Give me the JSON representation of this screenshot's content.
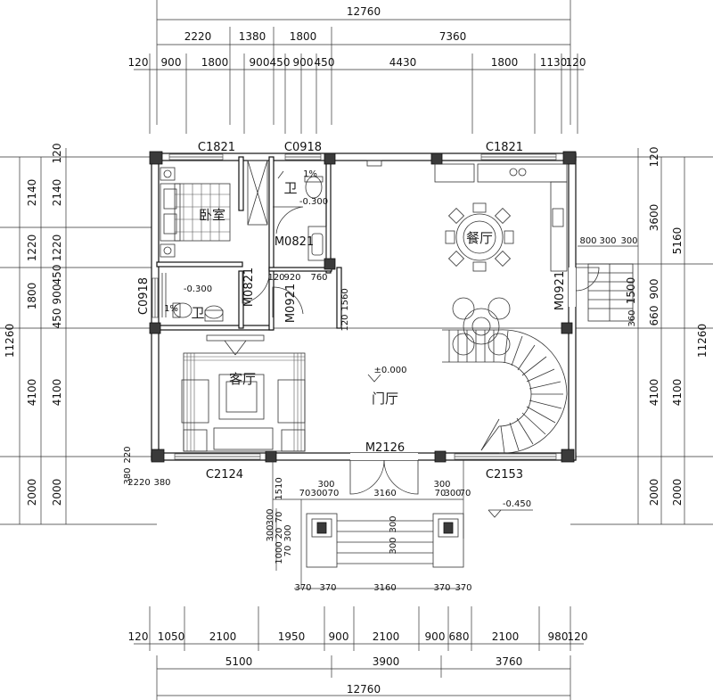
{
  "dims": {
    "top_total": "12760",
    "top_row2": [
      "2220",
      "1380",
      "1800",
      "7360"
    ],
    "top_row3": [
      "120",
      "900",
      "1800",
      "900",
      "450",
      "900",
      "450",
      "4430",
      "1800",
      "1130",
      "120"
    ],
    "bottom_row1": [
      "120",
      "1050",
      "2100",
      "1950",
      "900",
      "2100",
      "900",
      "680",
      "2100",
      "980",
      "120"
    ],
    "bottom_row2": [
      "5100",
      "3900",
      "3760"
    ],
    "bottom_total": "12760",
    "left_total": "11260",
    "left_outer": [
      "2140",
      "1220",
      "1800",
      "4100",
      "2000"
    ],
    "left_inner": [
      "120",
      "2140",
      "1220",
      "450",
      "900",
      "450",
      "4100",
      "2000"
    ],
    "right_total": "11260",
    "right_outer": [
      "5160",
      "4100",
      "2000"
    ],
    "right_inner": [
      "120",
      "3600",
      "900",
      "660",
      "360",
      "1500",
      "4100",
      "2000"
    ],
    "right_stair": [
      "800",
      "300",
      "300"
    ],
    "mid_small": [
      "120",
      "920",
      "760",
      "1560",
      "120"
    ],
    "bath_small": [
      "220",
      "380",
      "2220",
      "380"
    ],
    "porch_top": [
      "300",
      "300",
      "70",
      "300",
      "70",
      "70",
      "300",
      "70",
      "3160",
      "1510"
    ],
    "porch_left": [
      "300",
      "70",
      "300",
      "20",
      "300",
      "1000",
      "70"
    ],
    "porch_mid": [
      "300",
      "300"
    ],
    "porch_bottom": [
      "370",
      "370",
      "3160",
      "370",
      "370"
    ]
  },
  "labels": {
    "windows": [
      "C1821",
      "C0918",
      "C1821",
      "C0918",
      "C2124",
      "C2153"
    ],
    "doors": [
      "M0821",
      "M0821",
      "M0921",
      "M0921",
      "M2126"
    ],
    "levels": [
      "1%",
      "-0.300",
      "-0.300",
      "1%",
      "±0.000",
      "-0.450"
    ]
  },
  "rooms": {
    "bedroom": "卧室",
    "bath_top": "卫",
    "bath_left": "卫",
    "dining": "餐厅",
    "living": "客厅",
    "foyer": "门厅"
  },
  "colors": {
    "line": "#111111",
    "column": "#3a3a3a",
    "background": "#ffffff"
  }
}
